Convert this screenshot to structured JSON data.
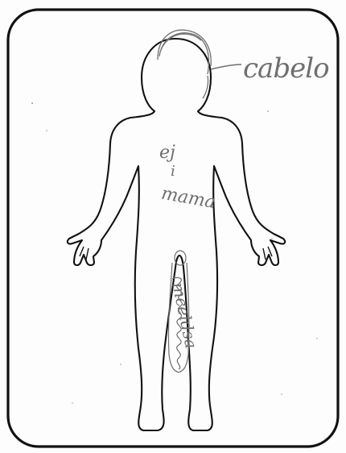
{
  "labels": {
    "hair": "cabelo",
    "chest_line1": "ej",
    "chest_line2": "i",
    "chest_line3": "mama",
    "legs": "mceldsa"
  },
  "colors": {
    "ink_outline": "#111111",
    "pencil": "#6f6f6f",
    "background": "#fdfdfd"
  }
}
